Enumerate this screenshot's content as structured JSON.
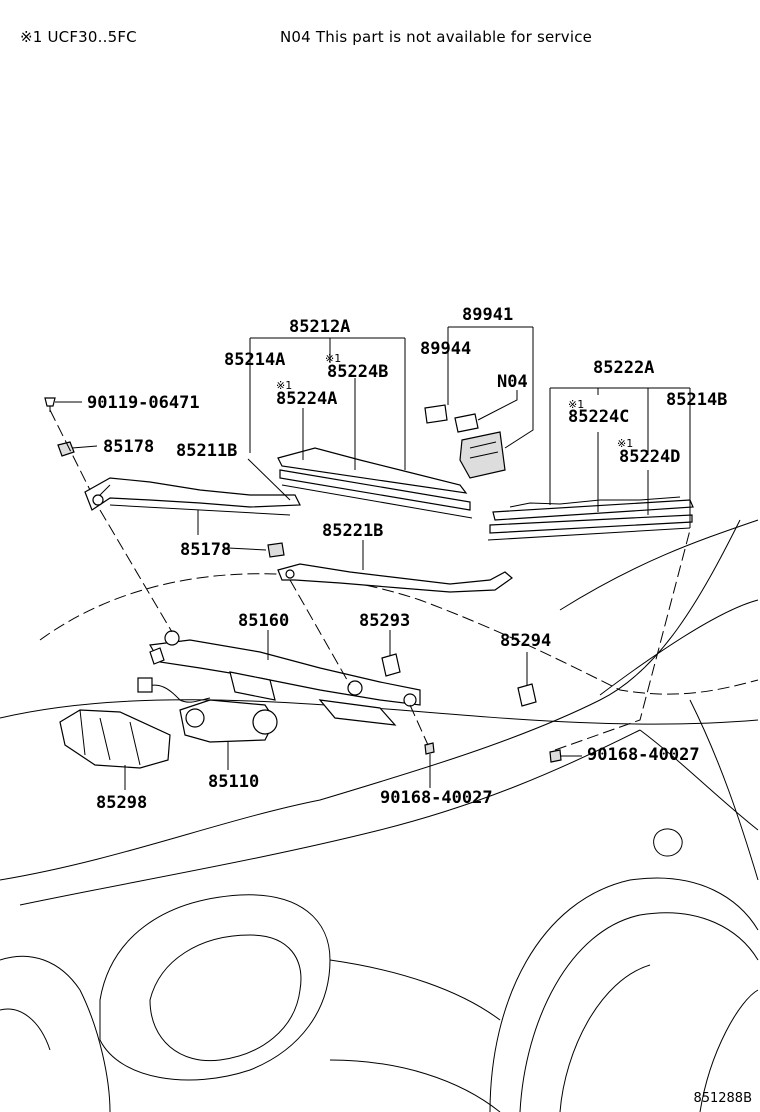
{
  "header": {
    "variant_note": "※1 UCF30..5FC",
    "service_note": "N04  This part is not available for service"
  },
  "footer": {
    "diagram_code": "851288B"
  },
  "labels": {
    "p85212A": "85212A",
    "p85214A": "85214A",
    "p85224B": "85224B",
    "p85224A": "85224A",
    "p89941": "89941",
    "p89944": "89944",
    "pN04": "N04",
    "p85222A": "85222A",
    "p85224C": "85224C",
    "p85214B": "85214B",
    "p85224D": "85224D",
    "p90119_06471": "90119-06471",
    "p85178_top": "85178",
    "p85211B": "85211B",
    "p85178_mid": "85178",
    "p85221B": "85221B",
    "p85160": "85160",
    "p85293": "85293",
    "p85294": "85294",
    "p90168_40027_right": "90168-40027",
    "p90168_40027_bottom": "90168-40027",
    "p85110": "85110",
    "p85298": "85298",
    "mark": "※1"
  }
}
